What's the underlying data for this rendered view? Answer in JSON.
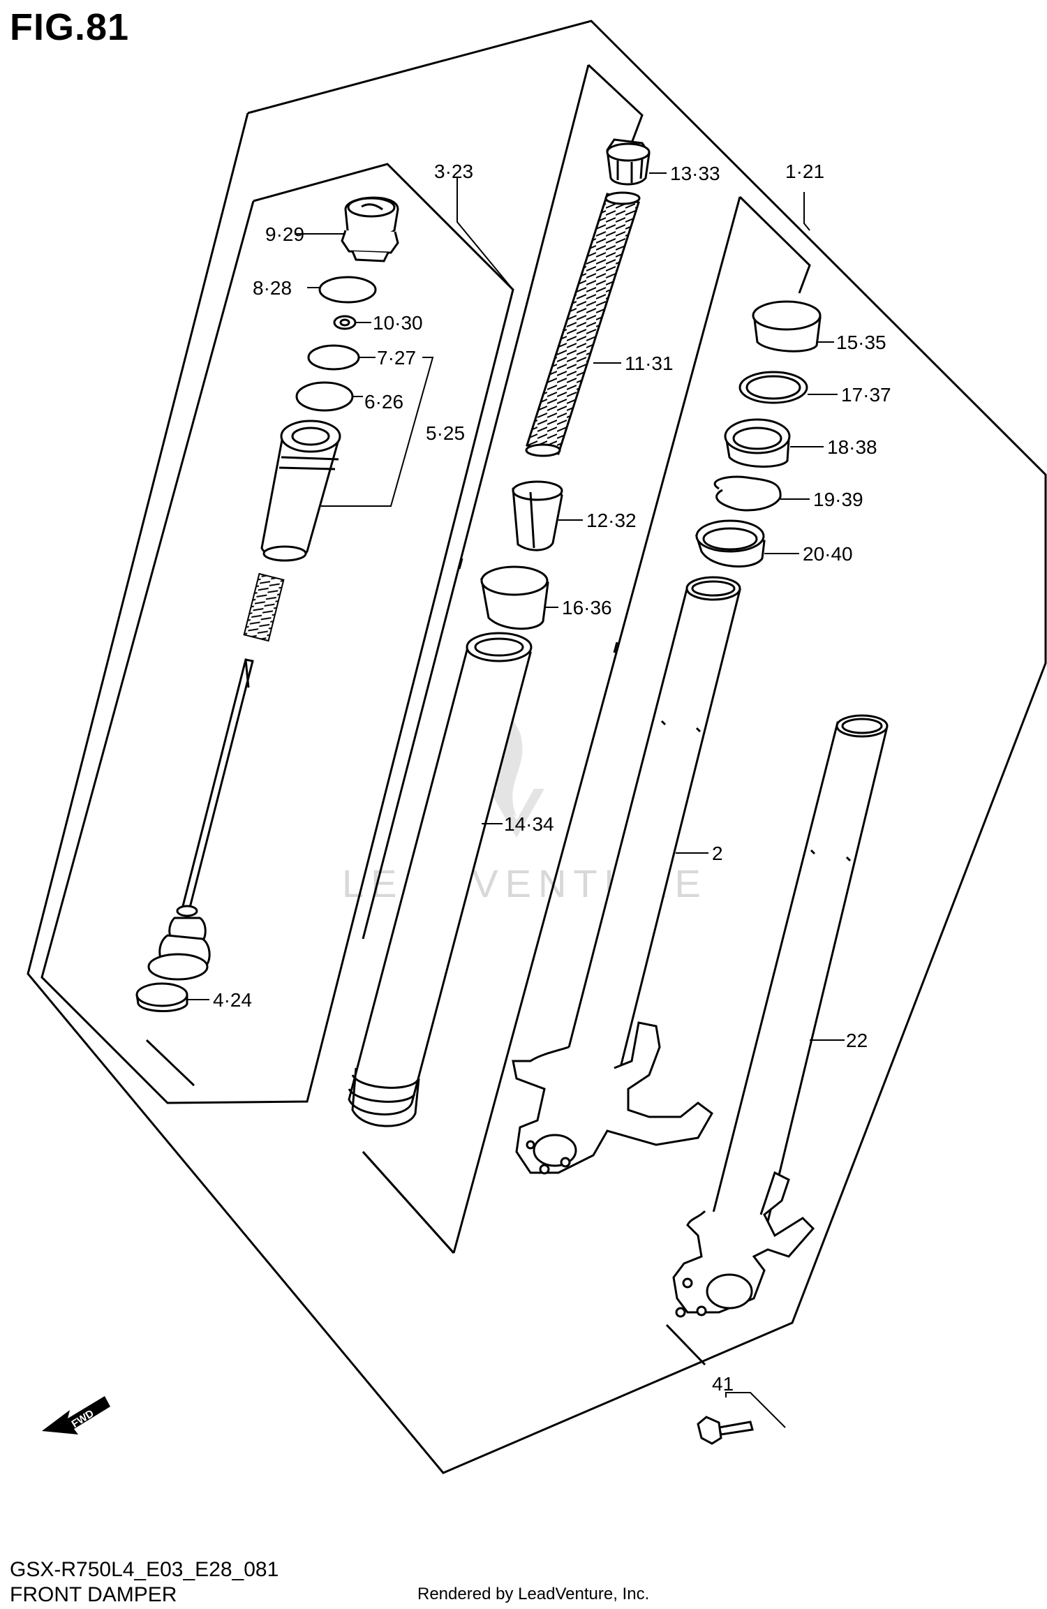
{
  "figure_title": "FIG.81",
  "model_code": "GSX-R750L4_E03_E28_081",
  "figure_name": "FRONT DAMPER",
  "rendered_by": "Rendered by LeadVenture, Inc.",
  "watermark": "LEADVENTURE",
  "fwd_label": "FWD",
  "callouts": {
    "p1_21": "1·21",
    "p2": "2",
    "p3_23": "3·23",
    "p4_24": "4·24",
    "p5_25": "5·25",
    "p6_26": "6·26",
    "p7_27": "7·27",
    "p8_28": "8·28",
    "p9_29": "9·29",
    "p10_30": "10·30",
    "p11_31": "11·31",
    "p12_32": "12·32",
    "p13_33": "13·33",
    "p14_34": "14·34",
    "p15_35": "15·35",
    "p16_36": "16·36",
    "p17_37": "17·37",
    "p18_38": "18·38",
    "p19_39": "19·39",
    "p20_40": "20·40",
    "p22": "22",
    "p41": "41"
  }
}
